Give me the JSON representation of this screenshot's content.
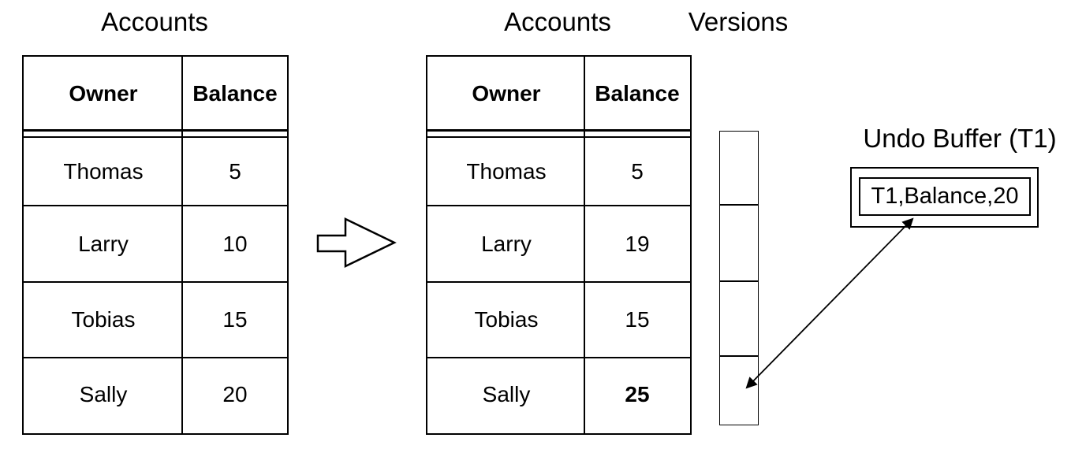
{
  "colors": {
    "ink": "#000000",
    "paper": "#ffffff"
  },
  "left_table": {
    "title": "Accounts",
    "headers": {
      "owner": "Owner",
      "balance": "Balance"
    },
    "rows": [
      {
        "owner": "Thomas",
        "balance": "5"
      },
      {
        "owner": "Larry",
        "balance": "10"
      },
      {
        "owner": "Tobias",
        "balance": "15"
      },
      {
        "owner": "Sally",
        "balance": "20"
      }
    ]
  },
  "right_table": {
    "title": "Accounts",
    "headers": {
      "owner": "Owner",
      "balance": "Balance"
    },
    "rows": [
      {
        "owner": "Thomas",
        "balance": "5"
      },
      {
        "owner": "Larry",
        "balance": "19"
      },
      {
        "owner": "Tobias",
        "balance": "15"
      },
      {
        "owner": "Sally",
        "balance": "25"
      }
    ],
    "emphasized_balance": "25"
  },
  "versions": {
    "title": "Versions",
    "cell_count": 4
  },
  "undo_buffer": {
    "title": "Undo Buffer (T1)",
    "entry": "T1,Balance,20"
  },
  "icons": {
    "transition_arrow": "right-block-arrow",
    "undo_link_arrow": "double-headed-arrow"
  }
}
